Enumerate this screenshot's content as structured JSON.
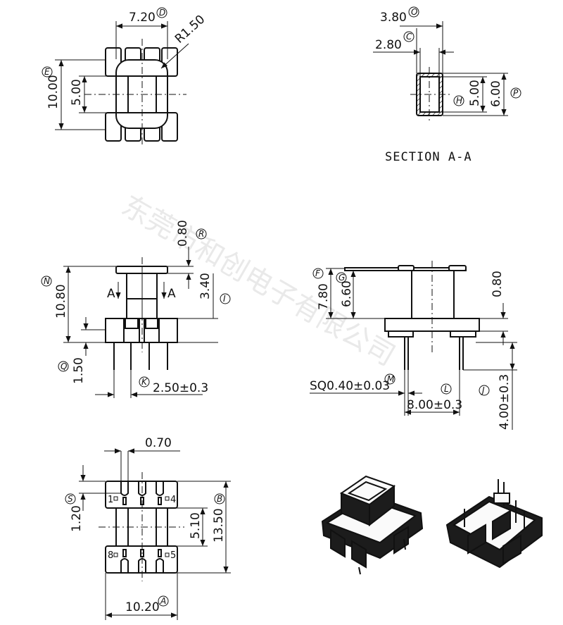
{
  "watermark": "东莞市和创电子有限公司",
  "section_title": "SECTION A-A",
  "top_view": {
    "dim_width": "7.20",
    "dim_radius": "R1.50",
    "dim_height": "10.00",
    "dim_inner": "5.00",
    "callout_width": "D",
    "callout_height": "E"
  },
  "section_view": {
    "dim_outer_width": "3.80",
    "dim_inner_width": "2.80",
    "dim_inner_height": "5.00",
    "dim_outer_height": "6.00",
    "callout_outer_width": "O",
    "callout_inner_width": "C",
    "callout_inner_height": "H",
    "callout_outer_height": "P"
  },
  "front_view": {
    "dim_total_height": "10.80",
    "dim_flange": "0.80",
    "dim_mid": "3.40",
    "dim_pin_len": "1.50",
    "dim_pin_pitch": "2.50±0.3",
    "section_mark": "A",
    "callout_total_height": "N",
    "callout_flange": "R",
    "callout_mid": "I",
    "callout_pin_len": "Q",
    "callout_pin_pitch": "K"
  },
  "side_view": {
    "dim_height": "7.80",
    "dim_body": "6.60",
    "dim_flange": "0.80",
    "dim_pin_sq": "SQ0.40±0.03",
    "dim_pin_span": "8.00±0.3",
    "dim_pin_len": "4.00±0.3",
    "callout_height": "F",
    "callout_body": "G",
    "callout_pin_sq": "M",
    "callout_pin_span": "L",
    "callout_pin_len": "J"
  },
  "bottom_view": {
    "dim_slot": "0.70",
    "dim_slot_depth": "1.20",
    "dim_inner": "5.10",
    "dim_total_height": "13.50",
    "dim_total_width": "10.20",
    "pin_labels": [
      "1",
      "4",
      "8",
      "5"
    ],
    "callout_slot_depth": "S",
    "callout_total_height": "B",
    "callout_total_width": "A"
  }
}
